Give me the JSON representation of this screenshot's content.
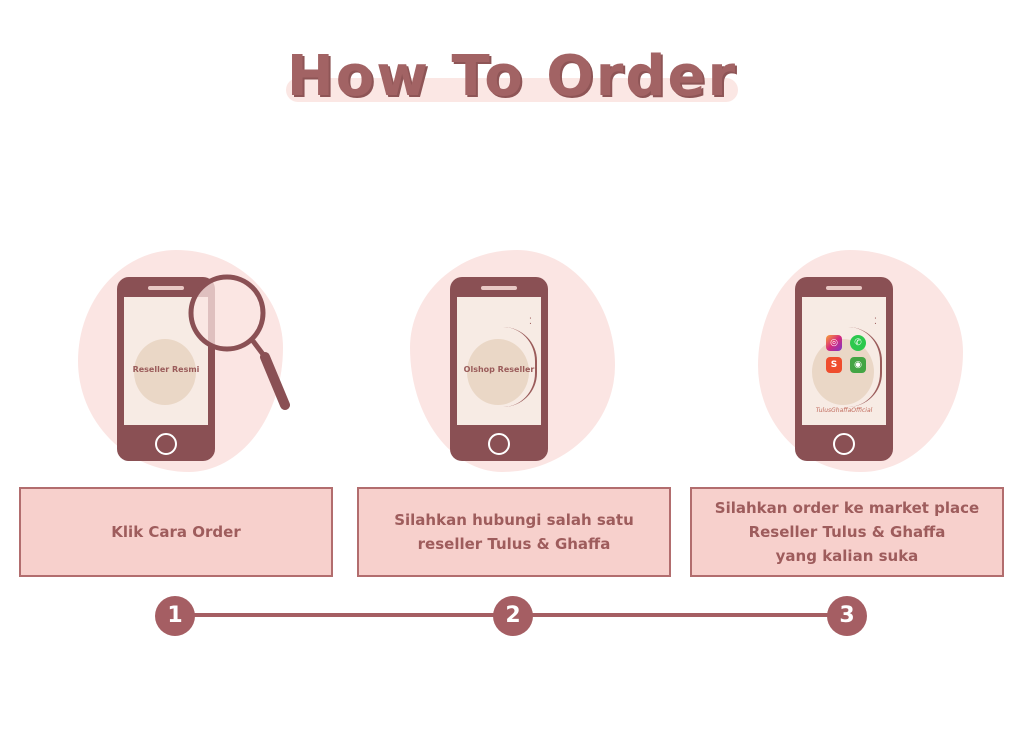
{
  "header": {
    "title": "How To Order"
  },
  "steps": [
    {
      "number": "1",
      "phone_label": "Reseller Resmi",
      "text_lines": [
        "Klik Cara Order"
      ]
    },
    {
      "number": "2",
      "phone_label": "Olshop Reseller",
      "text_lines": [
        "Silahkan hubungi salah satu",
        "reseller Tulus & Ghaffa"
      ]
    },
    {
      "number": "3",
      "phone_label": "TulusGhaffaOfficial",
      "app_icons": [
        "instagram-icon",
        "whatsapp-icon",
        "shopee-icon",
        "tokopedia-icon"
      ],
      "text_lines": [
        "Silahkan order ke market place",
        "Reseller Tulus & Ghaffa",
        "yang kalian suka"
      ]
    }
  ],
  "colors": {
    "accent": "#a55e63",
    "box_fill": "#f7d0cc",
    "blob": "#fbe5e3",
    "phone": "#8a5054"
  }
}
